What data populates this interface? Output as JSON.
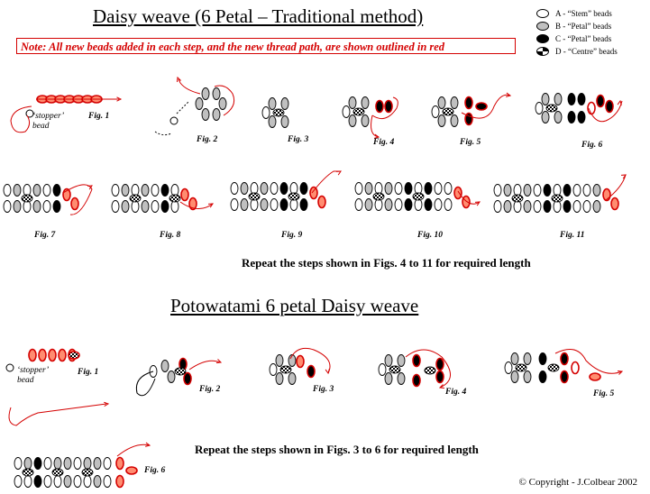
{
  "title_traditional": "Daisy weave (6 Petal – Traditional method)",
  "note": "Note: All new beads added in each step, and the new thread path, are shown outlined in red",
  "legend": [
    {
      "label": "A - “Stem” beads",
      "color": "#ffffff"
    },
    {
      "label": "B - “Petal” beads",
      "color": "#c0c0c0"
    },
    {
      "label": "C - “Petal” beads",
      "color": "#000000"
    },
    {
      "label": "D - “Centre” beads",
      "color": "checker"
    }
  ],
  "stopper_label": [
    "‘stopper’",
    "bead"
  ],
  "traditional_figs": [
    "Fig. 1",
    "Fig. 2",
    "Fig. 3",
    "Fig. 4",
    "Fig. 5",
    "Fig. 6",
    "Fig. 7",
    "Fig. 8",
    "Fig. 9",
    "Fig. 10",
    "Fig. 11"
  ],
  "repeat_traditional": "Repeat the steps shown in Figs. 4 to 11 for required length",
  "title_potowatami": "Potowatami 6 petal Daisy weave",
  "potowatami_figs": [
    "Fig. 1",
    "Fig. 2",
    "Fig. 3",
    "Fig. 4",
    "Fig. 5",
    "Fig. 6"
  ],
  "repeat_potowatami": "Repeat the steps shown in Figs. 3 to 6 for required length",
  "copyright": "© Copyright - J.Colbear 2002",
  "colors": {
    "red": "#d40000",
    "petal_grey": "#c0c0c0",
    "bead_red": "#ff8c70"
  }
}
